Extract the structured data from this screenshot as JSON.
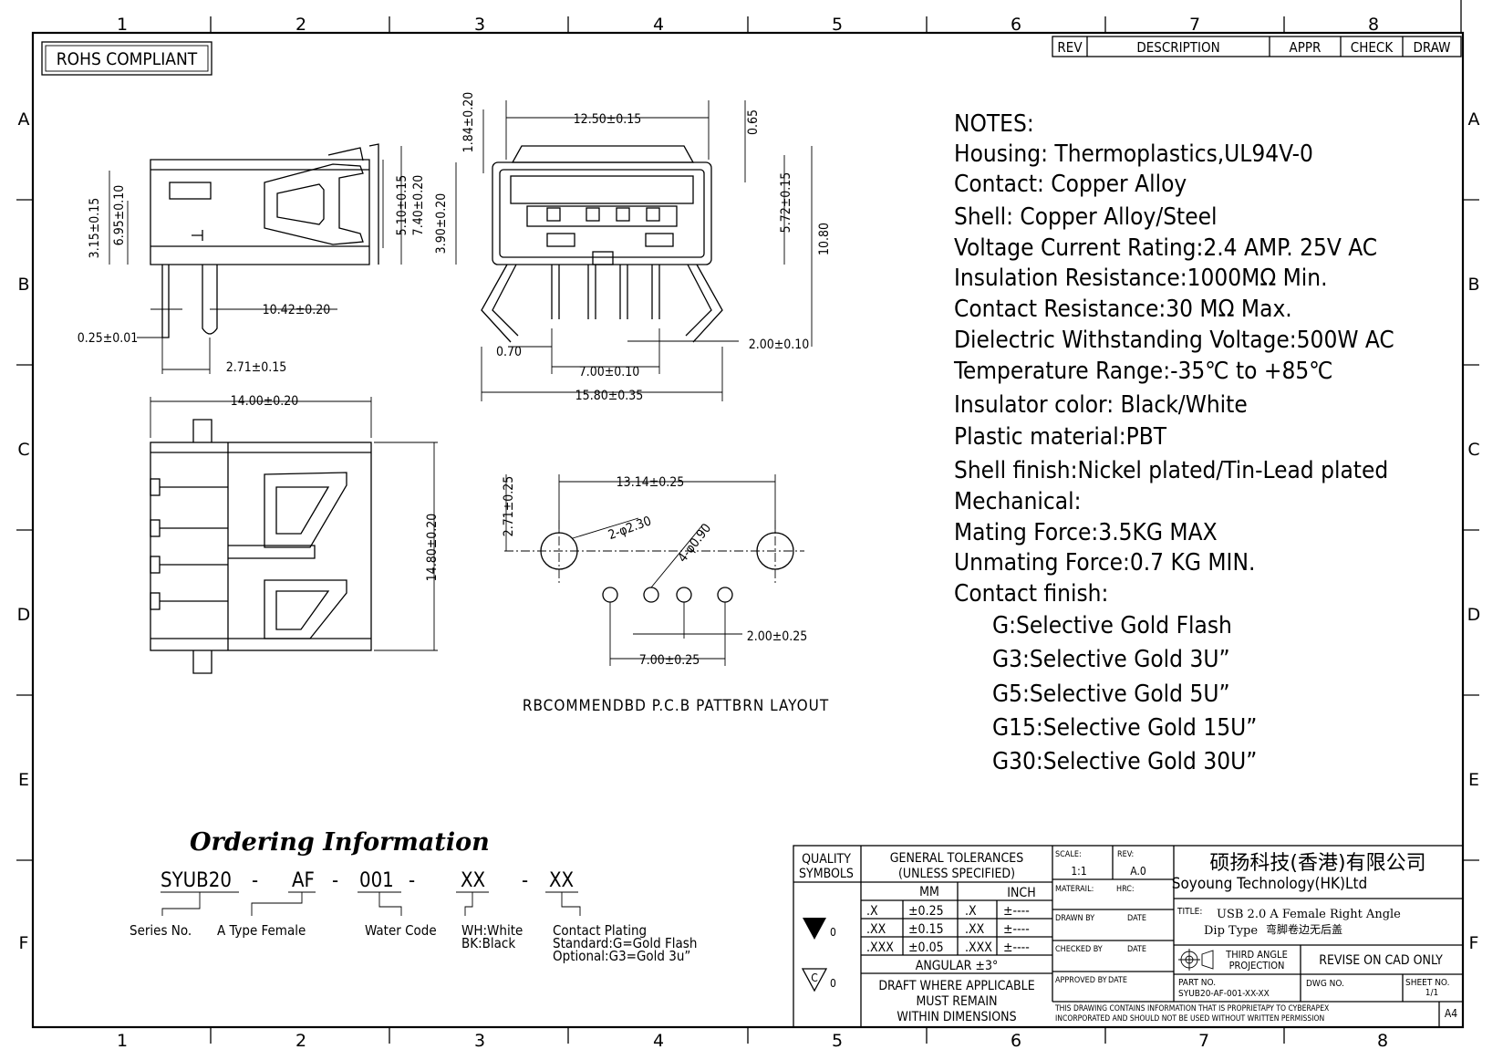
{
  "grid": {
    "cols": [
      "1",
      "2",
      "3",
      "4",
      "5",
      "6",
      "7",
      "8"
    ],
    "rows": [
      "A",
      "B",
      "C",
      "D",
      "E",
      "F"
    ]
  },
  "rohs": "ROHS COMPLIANT",
  "rev_table": {
    "rev": "REV",
    "description": "DESCRIPTION",
    "appr": "APPR",
    "check": "CHECK",
    "draw": "DRAW"
  },
  "side_view_dims": {
    "d_1": "3.15±0.15",
    "d_2": "6.95±0.10",
    "d_3": "10.42±0.20",
    "d_4": "0.25±0.01",
    "d_5": "2.71±0.15",
    "d_6": "5.10±0.15",
    "d_7": "7.40±0.20"
  },
  "front_view_dims": {
    "d_1": "12.50±0.15",
    "d_2": "1.84±0.20",
    "d_3": "0.65",
    "d_4": "3.90±0.20",
    "d_5": "5.72±0.15",
    "d_6": "10.80",
    "d_7": "0.70",
    "d_8": "2.00±0.10",
    "d_9": "7.00±0.10",
    "d_10": "15.80±0.35"
  },
  "top_view_dims": {
    "d_1": "14.00±0.20",
    "d_2": "14.80±0.20"
  },
  "pcb_dims": {
    "d_1": "13.14±0.25",
    "d_2": "2.71±0.25",
    "d_3": "2-φ2.30",
    "d_4": "4-φ0.90",
    "d_5": "2.00±0.25",
    "d_6": "7.00±0.25"
  },
  "pcb_title": "RBCOMMENDBD P.C.B PATTBRN LAYOUT",
  "notes": [
    "NOTES:",
    "Housing:  Thermoplastics,UL94V-0",
    "Contact:  Copper Alloy",
    "Shell:  Copper Alloy/Steel",
    "Voltage Current Rating:2.4 AMP. 25V AC",
    "Insulation Resistance:1000MΩ Min.",
    "Contact Resistance:30 MΩ Max.",
    "Dielectric Withstanding Voltage:500W AC",
    "Temperature Range:-35℃ to +85℃",
    "Insulator color:  Black/White",
    "Plastic material:PBT",
    "Shell finish:Nickel plated/Tin-Lead plated",
    "Mechanical:",
    "Mating Force:3.5KG MAX",
    "Unmating Force:0.7 KG MIN.",
    "Contact finish:"
  ],
  "finish_notes": [
    "G:Selective Gold Flash",
    "G3:Selective Gold 3U”",
    "G5:Selective Gold 5U”",
    "G15:Selective Gold 15U”",
    "G30:Selective Gold 30U”"
  ],
  "ordering": {
    "title": "Ordering Information",
    "code": {
      "p1": "SYUB20",
      "s1": "-",
      "p2": "AF",
      "s2": "-",
      "p3": "001",
      "s3": "-",
      "p4": "XX",
      "s4": "-",
      "p5": "XX"
    },
    "series": "Series No.",
    "type": "A Type Female",
    "water": "Water Code",
    "color_1": "WH:White",
    "color_2": "BK:Black",
    "plating_1": "Contact Plating",
    "plating_2": "Standard:G=Gold Flash",
    "plating_3": "Optional:G3=Gold 3u”"
  },
  "title_block": {
    "quality_1": "QUALITY",
    "quality_2": "SYMBOLS",
    "qsym_1": "0",
    "qsym_2": "C",
    "qsym_3": "0",
    "tol_1": "GENERAL TOLERANCES",
    "tol_2": "(UNLESS SPECIFIED)",
    "mm": "MM",
    "inch": "INCH",
    "tol_rows": [
      [
        ".X",
        "±0.25",
        ".X",
        "±----"
      ],
      [
        ".XX",
        "±0.15",
        ".XX",
        "±----"
      ],
      [
        ".XXX",
        "±0.05",
        ".XXX",
        "±----"
      ]
    ],
    "angular": "ANGULAR ±3°",
    "draft_1": "DRAFT WHERE APPLICABLE",
    "draft_2": "MUST REMAIN",
    "draft_3": "WITHIN DIMENSIONS",
    "scale_label": "SCALE:",
    "scale": "1:1",
    "rev_label": "REV:",
    "rev": "A.0",
    "material": "MATERAIL:",
    "hrc": "HRC:",
    "drawn": "DRAWN BY",
    "checked": "CHECKED BY",
    "approved": "APPROVED BY",
    "date": "DATE",
    "company_cn": "硕扬科技(香港)有限公司",
    "company_en": "Soyoung Technology(HK)Ltd",
    "title_label": "TITLE:",
    "title_1": "USB 2.0 A Female Right Angle",
    "title_2": "Dip Type",
    "title_cn": "弯脚卷边无后盖",
    "proj_1": "THIRD ANGLE",
    "proj_2": "PROJECTION",
    "revise": "REVISE ON CAD ONLY",
    "part_label": "PART NO.",
    "part": "SYUB20-AF-001-XX-XX",
    "dwg_label": "DWG NO.",
    "sheet_label": "SHEET NO.",
    "sheet": "1/1",
    "prop_1": "THIS DRAWING CONTAINS INFORMATION THAT IS PROPRIETAPY TO CYBERAPEX",
    "prop_2": "INCORPORATED AND SHOULD NOT BE USED WITHOUT WRITTEN PERMISSION",
    "size": "A4"
  }
}
